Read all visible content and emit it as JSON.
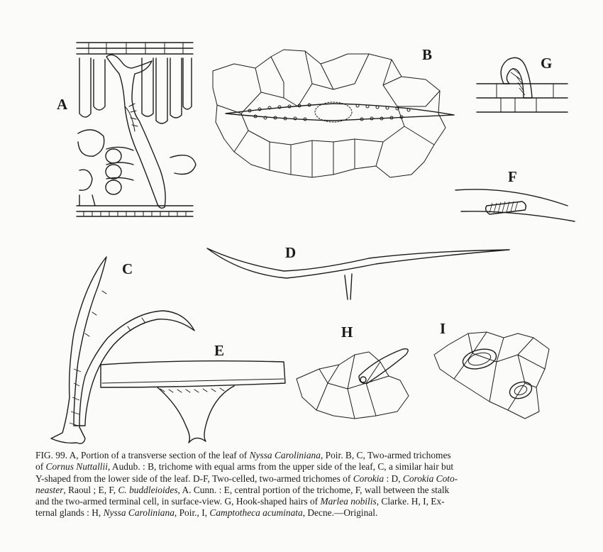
{
  "figure": {
    "panel_labels": {
      "A": "A",
      "B": "B",
      "C": "C",
      "D": "D",
      "E": "E",
      "F": "F",
      "G": "G",
      "H": "H",
      "I": "I"
    }
  },
  "caption": {
    "fig_number": "FIG. 99.",
    "lines": [
      {
        "rest": " A, Portion of a transverse section of the leaf of ",
        "em1": "Nyssa Caroliniana",
        "tail": ", Poir.  B, C, Two-armed trichomes"
      },
      {
        "lead": "of ",
        "em1": "Cornus Nuttallii",
        "tail": ", Audub. : B, trichome with equal arms from the upper side of the leaf, C, a similar hair but"
      },
      {
        "text": "Y-shaped from the lower side of the leaf.  D-F, Two-celled, two-armed trichomes of "
      },
      {
        "em1": "neaster",
        "mid1": ", Raoul ; E, F, ",
        "em2": "C. buddleioides",
        "tail": ", A. Cunn. : E, central portion of the trichome, F, wall between the stalk"
      },
      {
        "text": "and the two-armed terminal cell, in surface-view.   G, Hook-shaped hairs of "
      },
      {
        "lead": "ternal glands : H, ",
        "em1": "Nyssa Caroliniana",
        "mid1": ", Poir., I, ",
        "em2": "Camptotheca acuminata",
        "tail": ", Decne.—Original."
      }
    ],
    "line3_em": "Corokia",
    "line3_mid": " : D, ",
    "line3_em2": "Corokia Coto-",
    "line5_em": "Marlea nobilis",
    "line5_tail": ", Clarke.   H, I, Ex-"
  }
}
